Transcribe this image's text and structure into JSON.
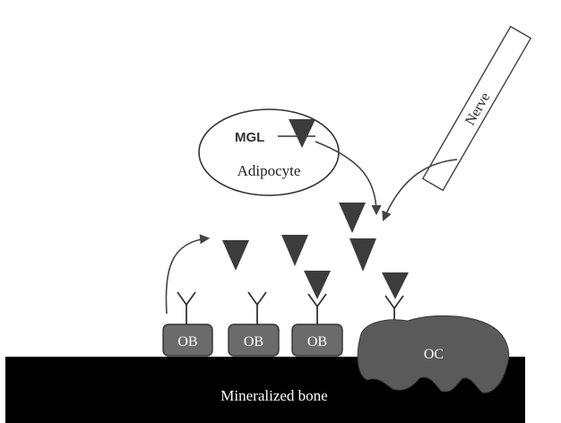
{
  "diagram": {
    "labels": {
      "mgl": "MGL",
      "adipocyte": "Adipocyte",
      "nerve": "Nerve",
      "ob": "OB",
      "oc": "OC",
      "bone": "Mineralized bone"
    },
    "colors": {
      "bone": "#000000",
      "ob_fill": "#6b6b6b",
      "oc_fill": "#5a5a5a",
      "ligand": "#3c3c3c",
      "stroke": "#333333"
    }
  }
}
